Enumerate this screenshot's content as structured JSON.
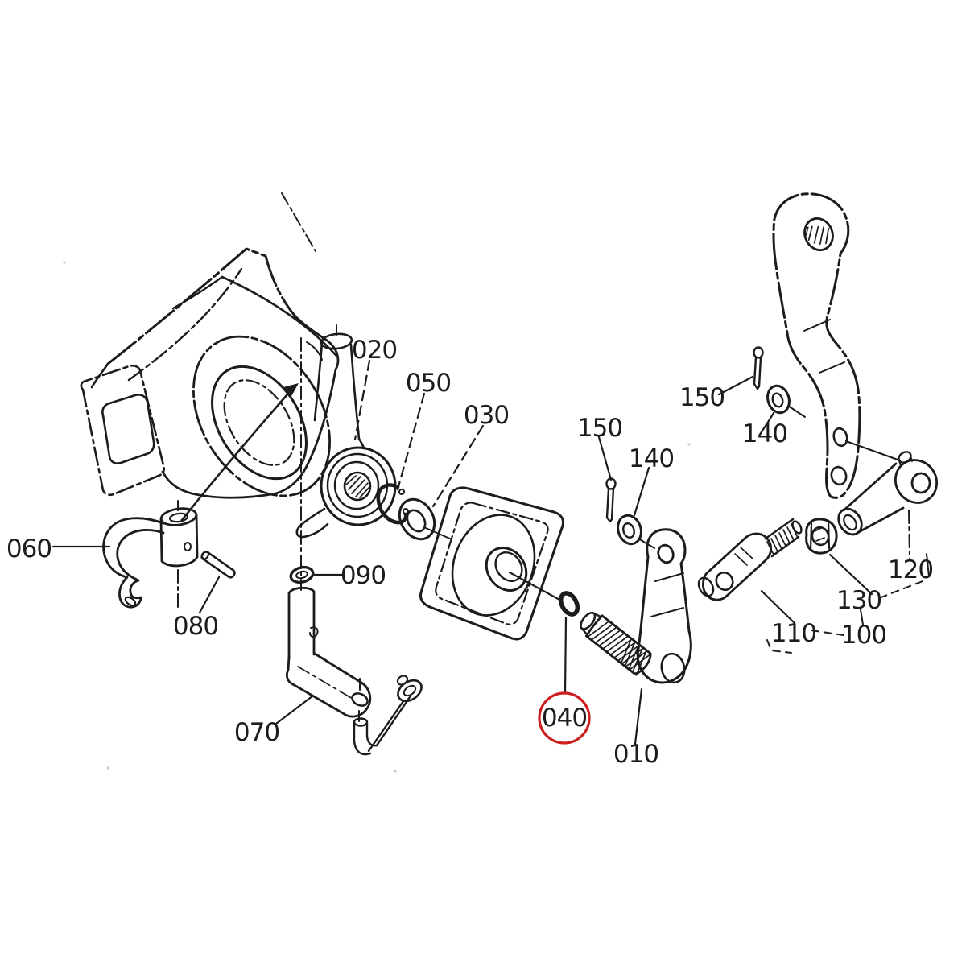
{
  "diagram": {
    "kind": "exploded-parts-diagram",
    "background_color": "#ffffff",
    "line_color": "#1c1c1c",
    "highlight_color": "#cc2020",
    "highlighted_label": "040",
    "labels": [
      {
        "id": "010",
        "text": "010"
      },
      {
        "id": "020",
        "text": "020"
      },
      {
        "id": "030",
        "text": "030"
      },
      {
        "id": "040",
        "text": "040",
        "highlighted": true
      },
      {
        "id": "050",
        "text": "050"
      },
      {
        "id": "060",
        "text": "060"
      },
      {
        "id": "070",
        "text": "070"
      },
      {
        "id": "080",
        "text": "080"
      },
      {
        "id": "090",
        "text": "090"
      },
      {
        "id": "100",
        "text": "100"
      },
      {
        "id": "110",
        "text": "110"
      },
      {
        "id": "120",
        "text": "120"
      },
      {
        "id": "130",
        "text": "130"
      },
      {
        "id": "140",
        "text": "140",
        "occurrences": 2
      },
      {
        "id": "150",
        "text": "150",
        "occurrences": 2
      }
    ]
  }
}
